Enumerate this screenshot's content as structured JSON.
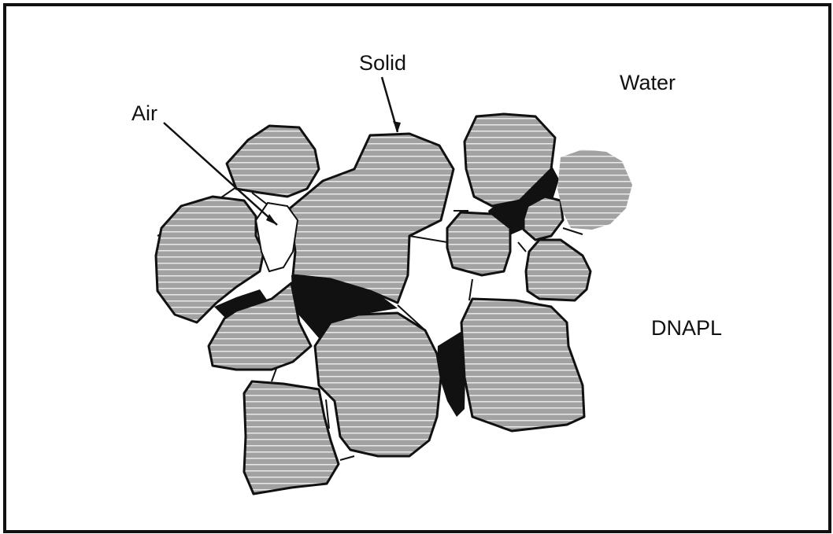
{
  "labels": {
    "solid": "Solid",
    "water": "Water",
    "air": "Air",
    "dnapl": "DNAPL"
  },
  "colors": {
    "grain_fill": "#9c9c9c",
    "grain_stroke": "#111111",
    "dnapl_fill": "#111111",
    "air_fill": "#ffffff",
    "water_fill": "#ffffff"
  }
}
